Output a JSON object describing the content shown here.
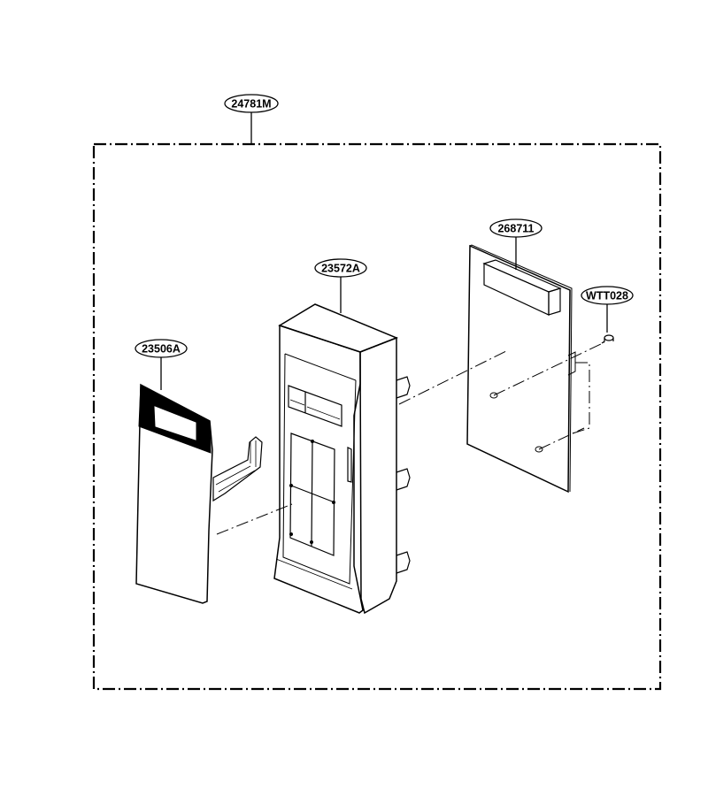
{
  "colors": {
    "line": "#000000",
    "background": "#ffffff",
    "panel_fill": "#ffffff",
    "window_fill": "#000000"
  },
  "callouts": {
    "assembly": "24781M",
    "membrane": "23506A",
    "frame": "23572A",
    "pcb": "268711",
    "screw": "WTT028"
  }
}
